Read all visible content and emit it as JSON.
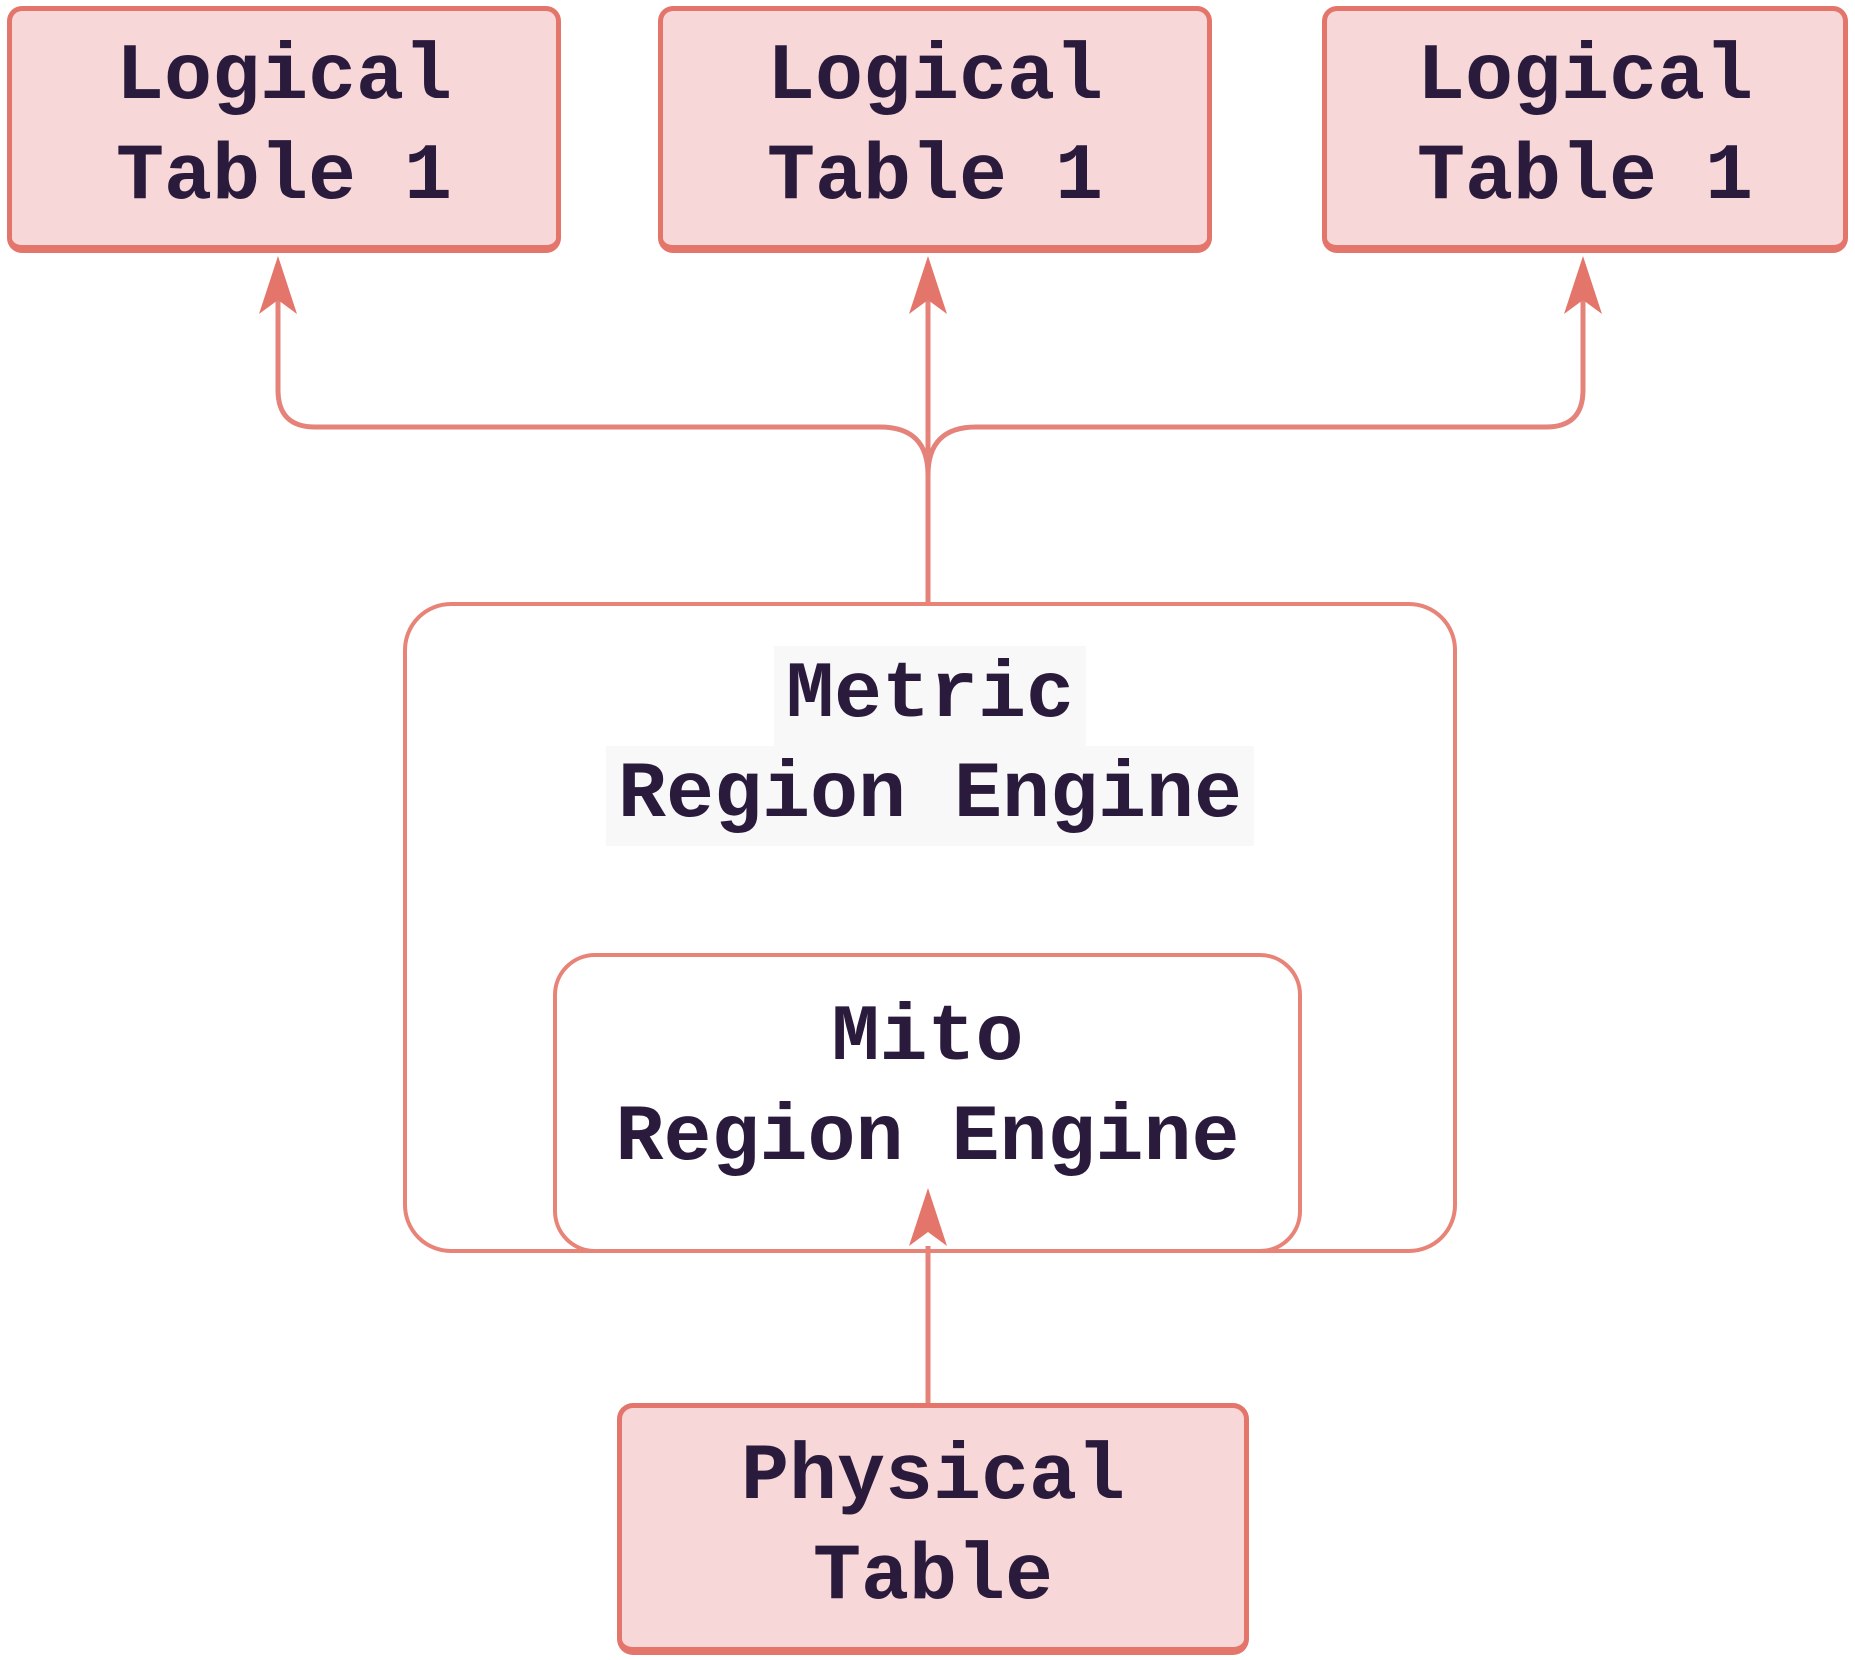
{
  "diagram": {
    "type": "flowchart",
    "direction": "bottom-to-top",
    "colors": {
      "background": "#ffffff",
      "node_fill_pink": "#f8d7d8",
      "node_fill_white": "#ffffff",
      "node_border": "#e4756b",
      "edge_stroke": "#e5837a",
      "text": "#2a1b3c",
      "label_background": "#f8f8f8"
    },
    "nodes": {
      "logical_a": {
        "line1": "Logical",
        "line2": "Table 1"
      },
      "logical_b": {
        "line1": "Logical",
        "line2": "Table 1"
      },
      "logical_c": {
        "line1": "Logical",
        "line2": "Table 1"
      },
      "metric": {
        "line1": "Metric",
        "line2": "Region Engine"
      },
      "mito": {
        "line1": "Mito",
        "line2": "Region Engine"
      },
      "physical": {
        "line1": "Physical",
        "line2": "Table"
      }
    },
    "edges": [
      {
        "from": "metric_region_engine",
        "to": "logical_table_1_left",
        "arrow": "up"
      },
      {
        "from": "metric_region_engine",
        "to": "logical_table_1_middle",
        "arrow": "up"
      },
      {
        "from": "metric_region_engine",
        "to": "logical_table_1_right",
        "arrow": "up"
      },
      {
        "from": "physical_table",
        "to": "mito_region_engine",
        "arrow": "up"
      }
    ]
  }
}
